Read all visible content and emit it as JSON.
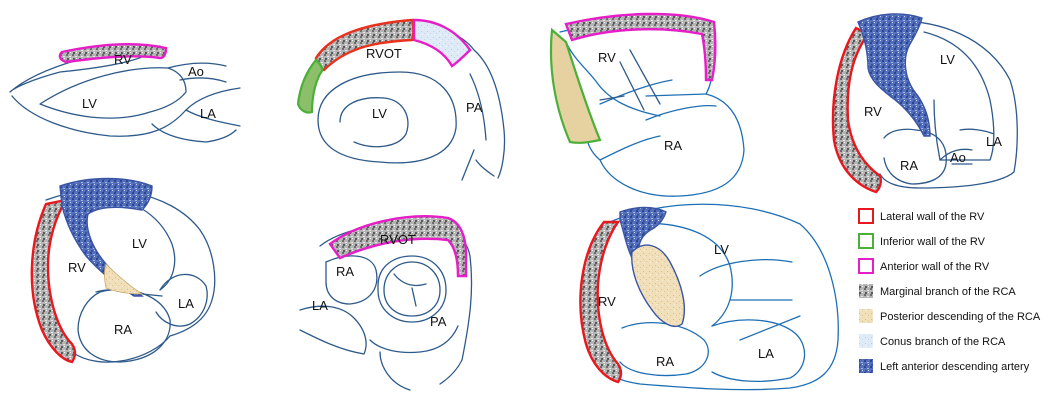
{
  "colors": {
    "lateral": "#e8191e",
    "inferior": "#4caf3a",
    "anterior": "#e61ec8",
    "outline": "#2e5a8a",
    "marginal_fill": "#9a9a9a",
    "pda_fill": "#efdcb4",
    "conus_fill": "#d8e6f6",
    "lad_fill": "#4a64b0"
  },
  "views": [
    {
      "labels": {
        "rv": "RV",
        "lv": "LV",
        "ao": "Ao",
        "la": "LA"
      }
    },
    {
      "labels": {
        "rvot": "RVOT",
        "lv": "LV",
        "pa": "PA"
      }
    },
    {
      "labels": {
        "rv": "RV",
        "ra": "RA"
      }
    },
    {
      "labels": {
        "lv": "LV",
        "rv": "RV",
        "ra": "RA",
        "ao": "Ao",
        "la": "LA"
      }
    },
    {
      "labels": {
        "lv": "LV",
        "rv": "RV",
        "ra": "RA",
        "la": "LA"
      }
    },
    {
      "labels": {
        "rvot": "RVOT",
        "ra": "RA",
        "la": "LA",
        "pa": "PA"
      }
    },
    {
      "labels": {
        "lv": "LV",
        "rv": "RV",
        "ra": "RA",
        "la": "LA"
      }
    }
  ],
  "legend": [
    {
      "icon": "red-outline-square",
      "text": "Lateral wall of the RV"
    },
    {
      "icon": "green-outline-square",
      "text": "Inferior wall of the RV"
    },
    {
      "icon": "magenta-outline-square",
      "text": "Anterior wall of the RV"
    },
    {
      "icon": "gray-speckle-square",
      "text": "Marginal branch of the RCA"
    },
    {
      "icon": "tan-speckle-square",
      "text": "Posterior descending of the RCA"
    },
    {
      "icon": "lightblue-speckle-square",
      "text": "Conus branch of the RCA"
    },
    {
      "icon": "blue-speckle-square",
      "text": "Left anterior descending artery"
    }
  ]
}
